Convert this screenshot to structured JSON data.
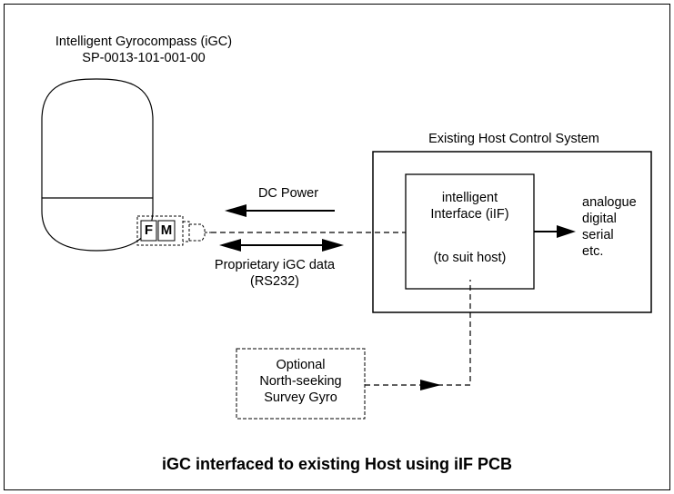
{
  "gyro": {
    "title": "Intelligent Gyrocompass (iGC)",
    "part_number": "SP-0013-101-001-00",
    "connector_f": "F",
    "connector_m": "M"
  },
  "links": {
    "power_label": "DC Power",
    "data_label_1": "Proprietary iGC data",
    "data_label_2": "(RS232)"
  },
  "host": {
    "title": "Existing Host Control System",
    "iif_line1": "intelligent",
    "iif_line2": "Interface (iIF)",
    "iif_line3": "(to suit host)",
    "outputs": [
      "analogue",
      "digital",
      "serial",
      "etc."
    ]
  },
  "optional": {
    "line1": "Optional",
    "line2": "North-seeking",
    "line3": "Survey Gyro"
  },
  "caption": "iGC interfaced to existing Host using iIF PCB"
}
